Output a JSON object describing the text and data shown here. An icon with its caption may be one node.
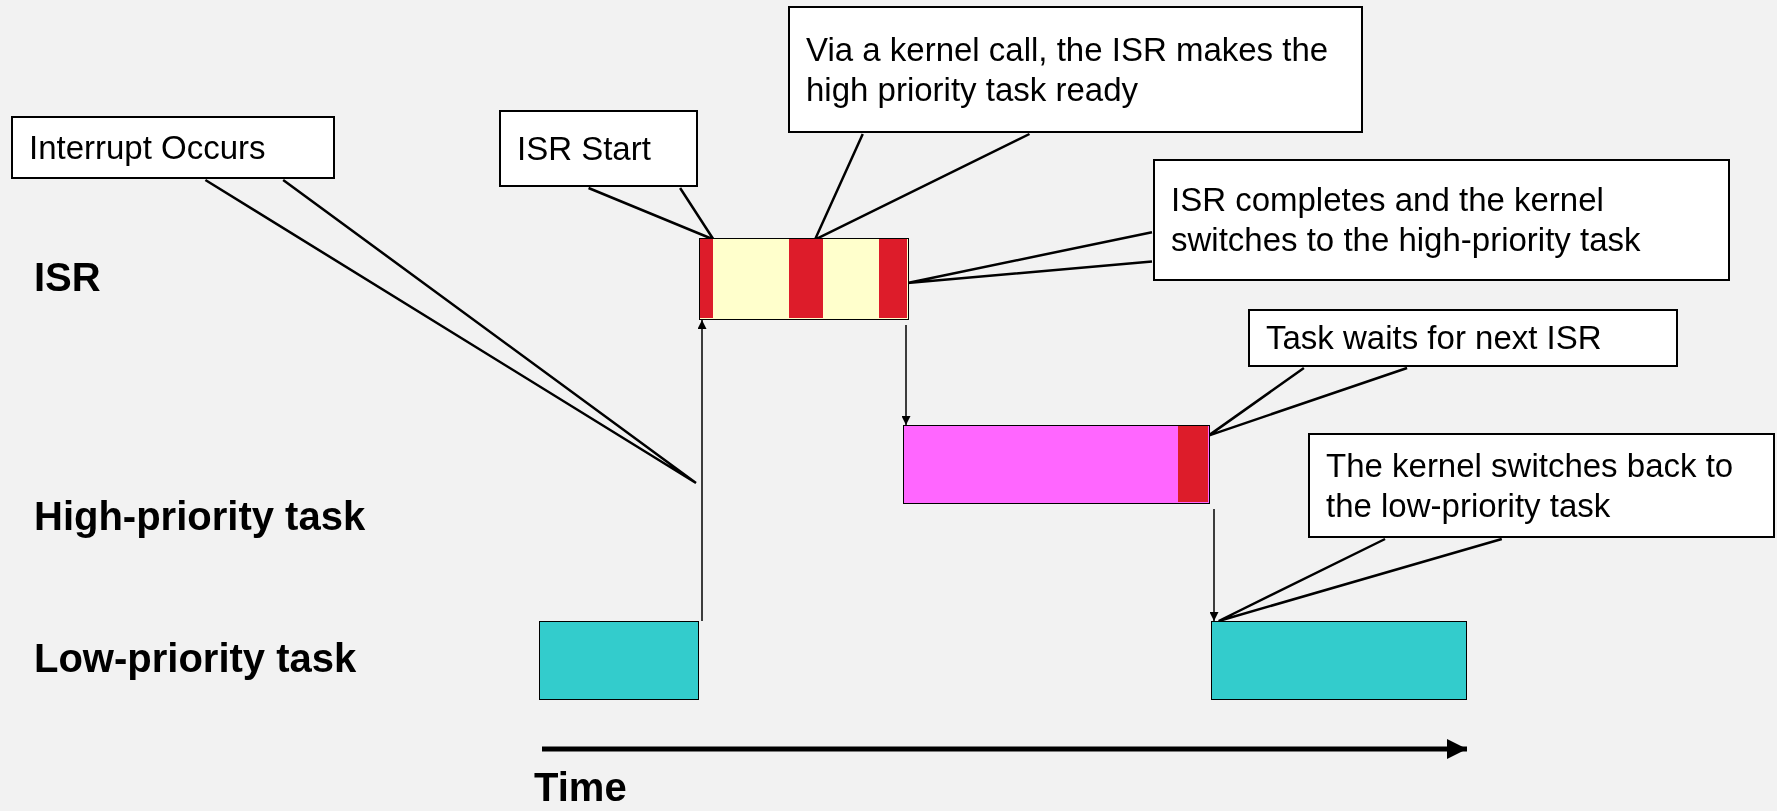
{
  "diagram": {
    "nodes": [
      {
        "text": [
          "Via a kernel call, the ISR makes the high priority task ready"
        ]
      },
      {
        "text": [
          "Interrupt Occurs"
        ]
      },
      {
        "text": [
          "ISR Start"
        ]
      },
      {
        "text": [
          "ISR completes and the kernel switches to the high-priority task"
        ]
      },
      {
        "text": [],
        "shape": "bar"
      },
      {
        "text": [],
        "shape": "bar",
        "in": 4
      },
      {
        "text": [],
        "shape": "bar",
        "in": 4
      },
      {
        "text": [],
        "shape": "bar",
        "in": 4
      },
      {
        "text": [
          "Task waits for next ISR"
        ]
      },
      {
        "text": [
          "The kernel switches back to the low-priority task"
        ]
      },
      {
        "text": [],
        "shape": "bar"
      },
      {
        "text": [],
        "shape": "bar",
        "in": 10
      },
      {
        "text": [],
        "shape": "bar"
      },
      {
        "text": [],
        "shape": "bar"
      }
    ],
    "edges": [
      {
        "from": 1,
        "to": null,
        "arrow": "none"
      },
      {
        "from": 2,
        "to": 5,
        "arrow": "none"
      },
      {
        "from": 0,
        "to": 6,
        "arrow": "none"
      },
      {
        "from": 3,
        "to": 7,
        "arrow": "none"
      },
      {
        "from": 8,
        "to": 11,
        "arrow": "none"
      },
      {
        "from": 9,
        "to": 13,
        "arrow": "none"
      },
      {
        "from": 12,
        "to": 4,
        "arrow": "to"
      },
      {
        "from": 4,
        "to": 10,
        "arrow": "to"
      },
      {
        "from": 10,
        "to": 13,
        "arrow": "to"
      }
    ],
    "labels": [
      "ISR",
      "High-priority task",
      "Low-priority task",
      "Time"
    ]
  }
}
